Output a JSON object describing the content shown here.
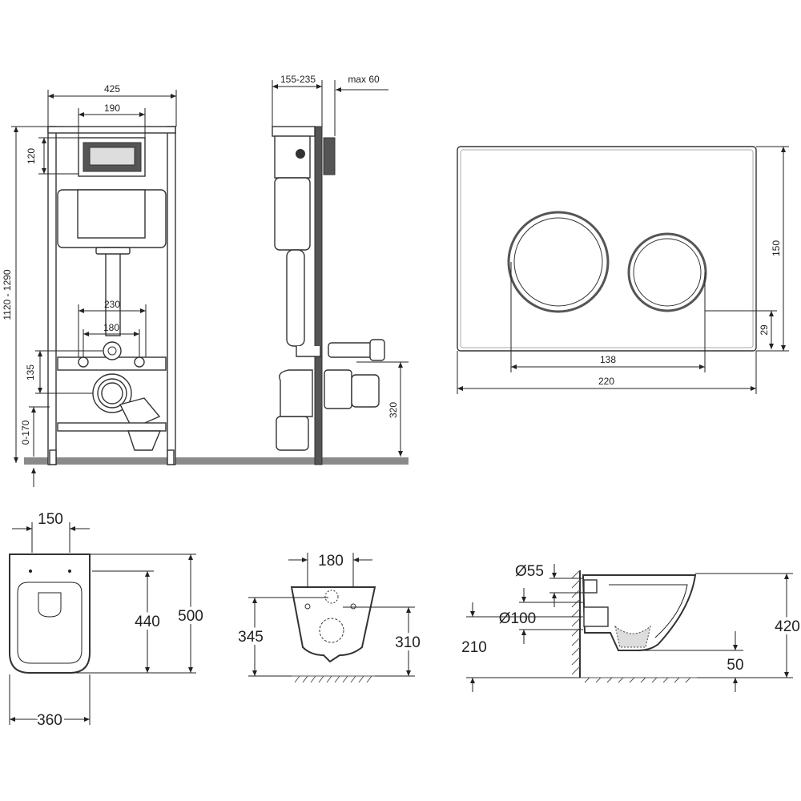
{
  "frame_front": {
    "width": "425",
    "panel_width": "190",
    "panel_height": "120",
    "total_height": "1120 - 1290",
    "outlet_spacing_outer": "230",
    "outlet_spacing_inner": "180",
    "drain_height": "135",
    "leg_adjust": "0-170"
  },
  "frame_side": {
    "depth": "155-235",
    "max_wall": "max 60",
    "drain_center": "320"
  },
  "flush_plate": {
    "width": "220",
    "height": "150",
    "button_spacing": "138",
    "button_offset": "29"
  },
  "bowl_top": {
    "hole_spacing": "150",
    "width": "360",
    "fixing_depth": "440",
    "length": "500"
  },
  "bowl_front": {
    "hole_spacing": "180",
    "height": "345",
    "drain_height": "310"
  },
  "bowl_side": {
    "inlet": "Ø55",
    "outlet": "Ø100",
    "outlet_height": "210",
    "height": "420",
    "base_offset": "50"
  }
}
